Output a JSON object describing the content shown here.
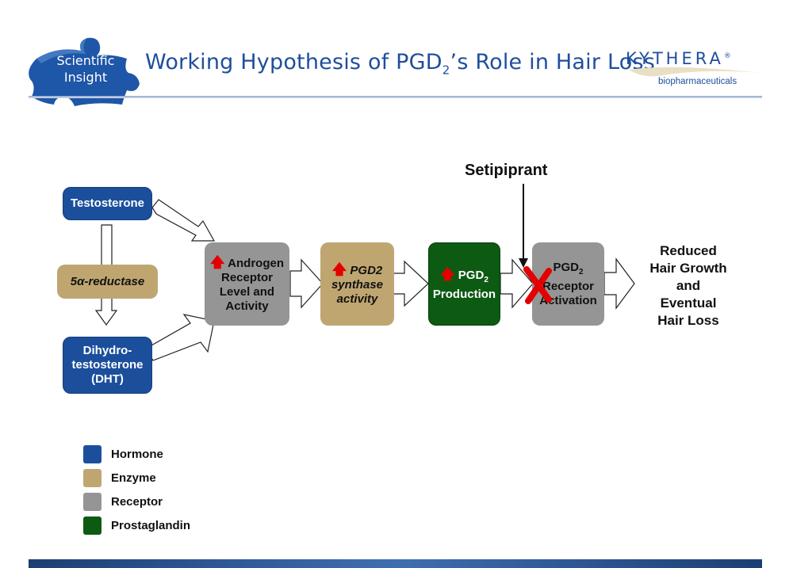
{
  "header": {
    "badge_line1": "Scientific",
    "badge_line2": "Insight",
    "title_main": "Working Hypothesis of PGD",
    "title_sub": "2",
    "title_tail": "’s Role in Hair Loss",
    "logo_name": "KYTHERA",
    "logo_reg": "®",
    "logo_sub": "biopharmaceuticals"
  },
  "diagram": {
    "testosterone": "Testosterone",
    "reductase": "5α-reductase",
    "dht_line1": "Dihydro-",
    "dht_line2": "testosterone",
    "dht_line3": "(DHT)",
    "androgen_line1": "Androgen",
    "androgen_line2": "Receptor",
    "androgen_line3": "Level and",
    "androgen_line4": "Activity",
    "synthase_line1": "PGD2",
    "synthase_line2": "synthase",
    "synthase_line3": "activity",
    "production_line1": "PGD",
    "production_sub": "2",
    "production_line2": "Production",
    "activation_line1": "PGD",
    "activation_sub": "2",
    "activation_line2": "Receptor",
    "activation_line3": "Activation",
    "up_arrow": "🡅",
    "setipiprant": "Setipiprant",
    "outcome_line1": "Reduced",
    "outcome_line2": "Hair Growth",
    "outcome_line3": "and",
    "outcome_line4": "Eventual",
    "outcome_line5": "Hair Loss"
  },
  "legend": [
    {
      "label": "Hormone",
      "color": "#1b4f9c"
    },
    {
      "label": "Enzyme",
      "color": "#bfa671"
    },
    {
      "label": "Receptor",
      "color": "#959595"
    },
    {
      "label": "Prostaglandin",
      "color": "#0d5a13"
    }
  ],
  "colors": {
    "hormone": "#1b4f9c",
    "enzyme": "#bfa671",
    "receptor": "#959595",
    "prostaglandin": "#0d5a13",
    "block_x": "#e30000"
  }
}
